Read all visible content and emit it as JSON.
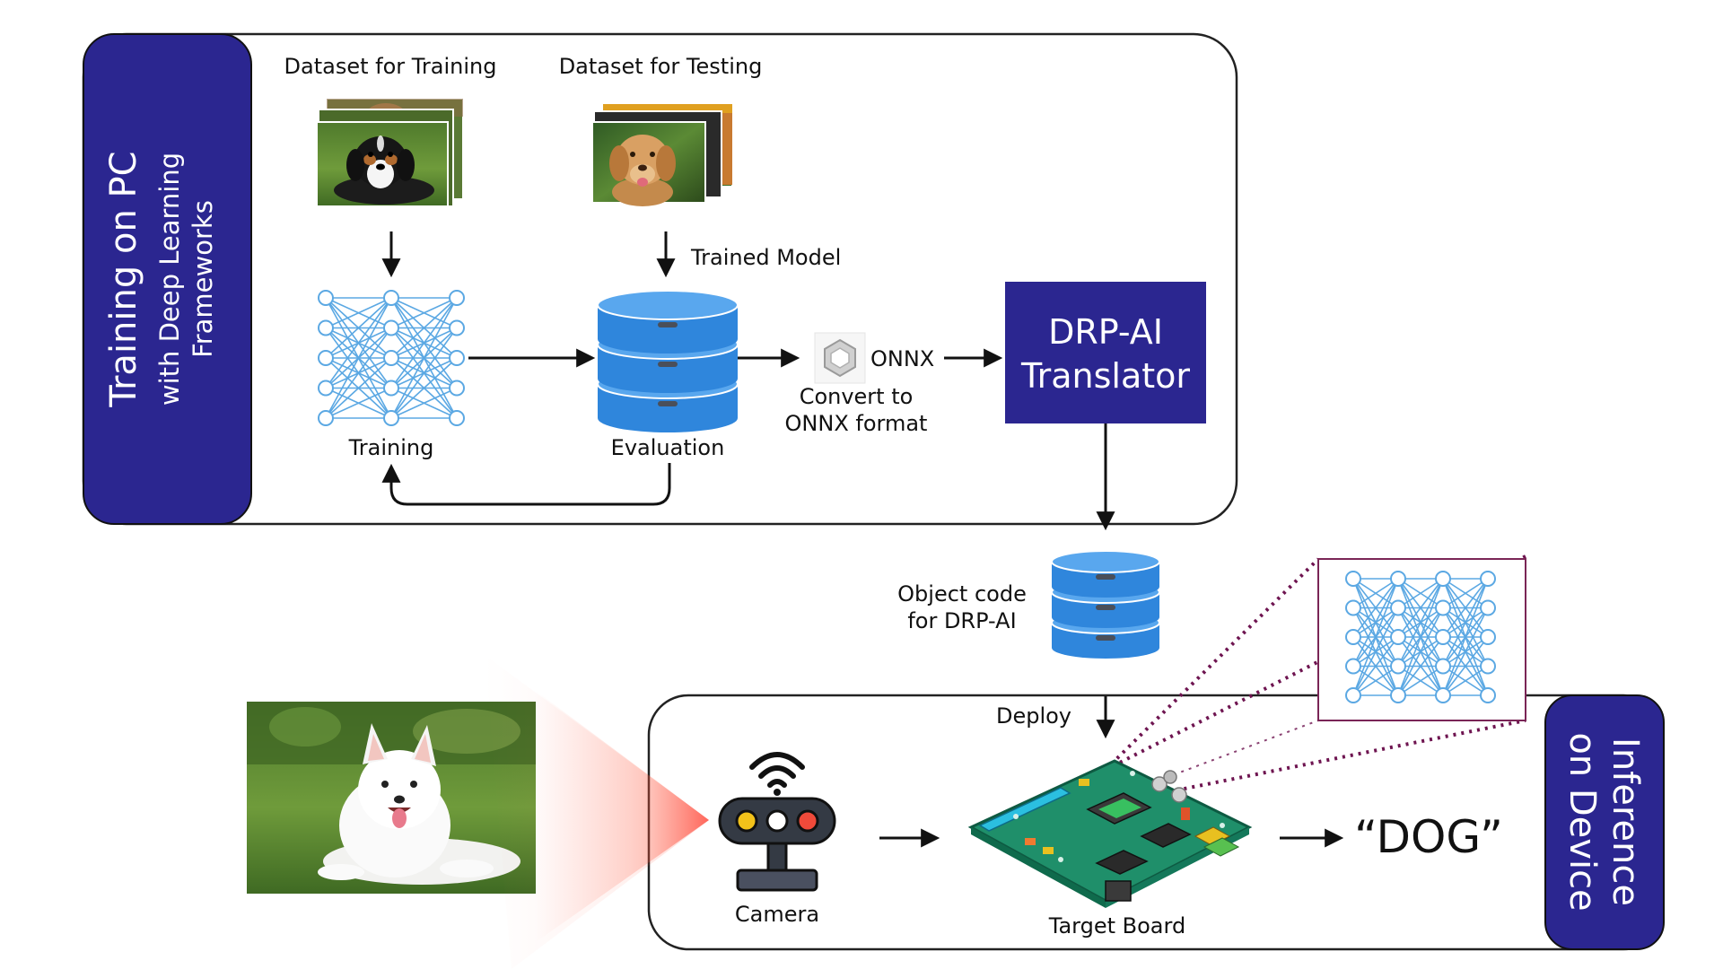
{
  "colors": {
    "panel_blue": "#2B2690",
    "panel_text": "#FFFFFF",
    "db_blue_top": "#59A7EE",
    "db_blue_body": "#2F86DC",
    "nn_line": "#5BA8E3",
    "dotted_purple": "#6E1450",
    "zoom_border": "#7A2556",
    "board_green": "#1F8F6A",
    "arrow": "#111111",
    "beam_red": "#FF3B2F"
  },
  "training_panel": {
    "line1": "Training on PC",
    "line2": "with Deep Learning",
    "line3": "Frameworks"
  },
  "inference_panel": {
    "line1": "Inference",
    "line2": "on Device"
  },
  "labels": {
    "dataset_training": "Dataset for Training",
    "dataset_testing": "Dataset for Testing",
    "trained_model": "Trained Model",
    "training": "Training",
    "evaluation": "Evaluation",
    "onnx": "ONNX",
    "convert_line1": "Convert to",
    "convert_line2": "ONNX format",
    "object_code_line1": "Object code",
    "object_code_line2": "for DRP-AI",
    "deploy": "Deploy",
    "camera": "Camera",
    "target_board": "Target Board",
    "output": "“DOG”"
  },
  "translator": {
    "line1": "DRP-AI",
    "line2": "Translator"
  },
  "icons": {
    "neural_network": "neural-network-icon",
    "database": "database-icon",
    "onnx": "onnx-logo-icon",
    "camera": "camera-icon",
    "wifi": "wifi-icon",
    "board": "circuit-board-icon",
    "dog_photo": "dog-photo"
  }
}
